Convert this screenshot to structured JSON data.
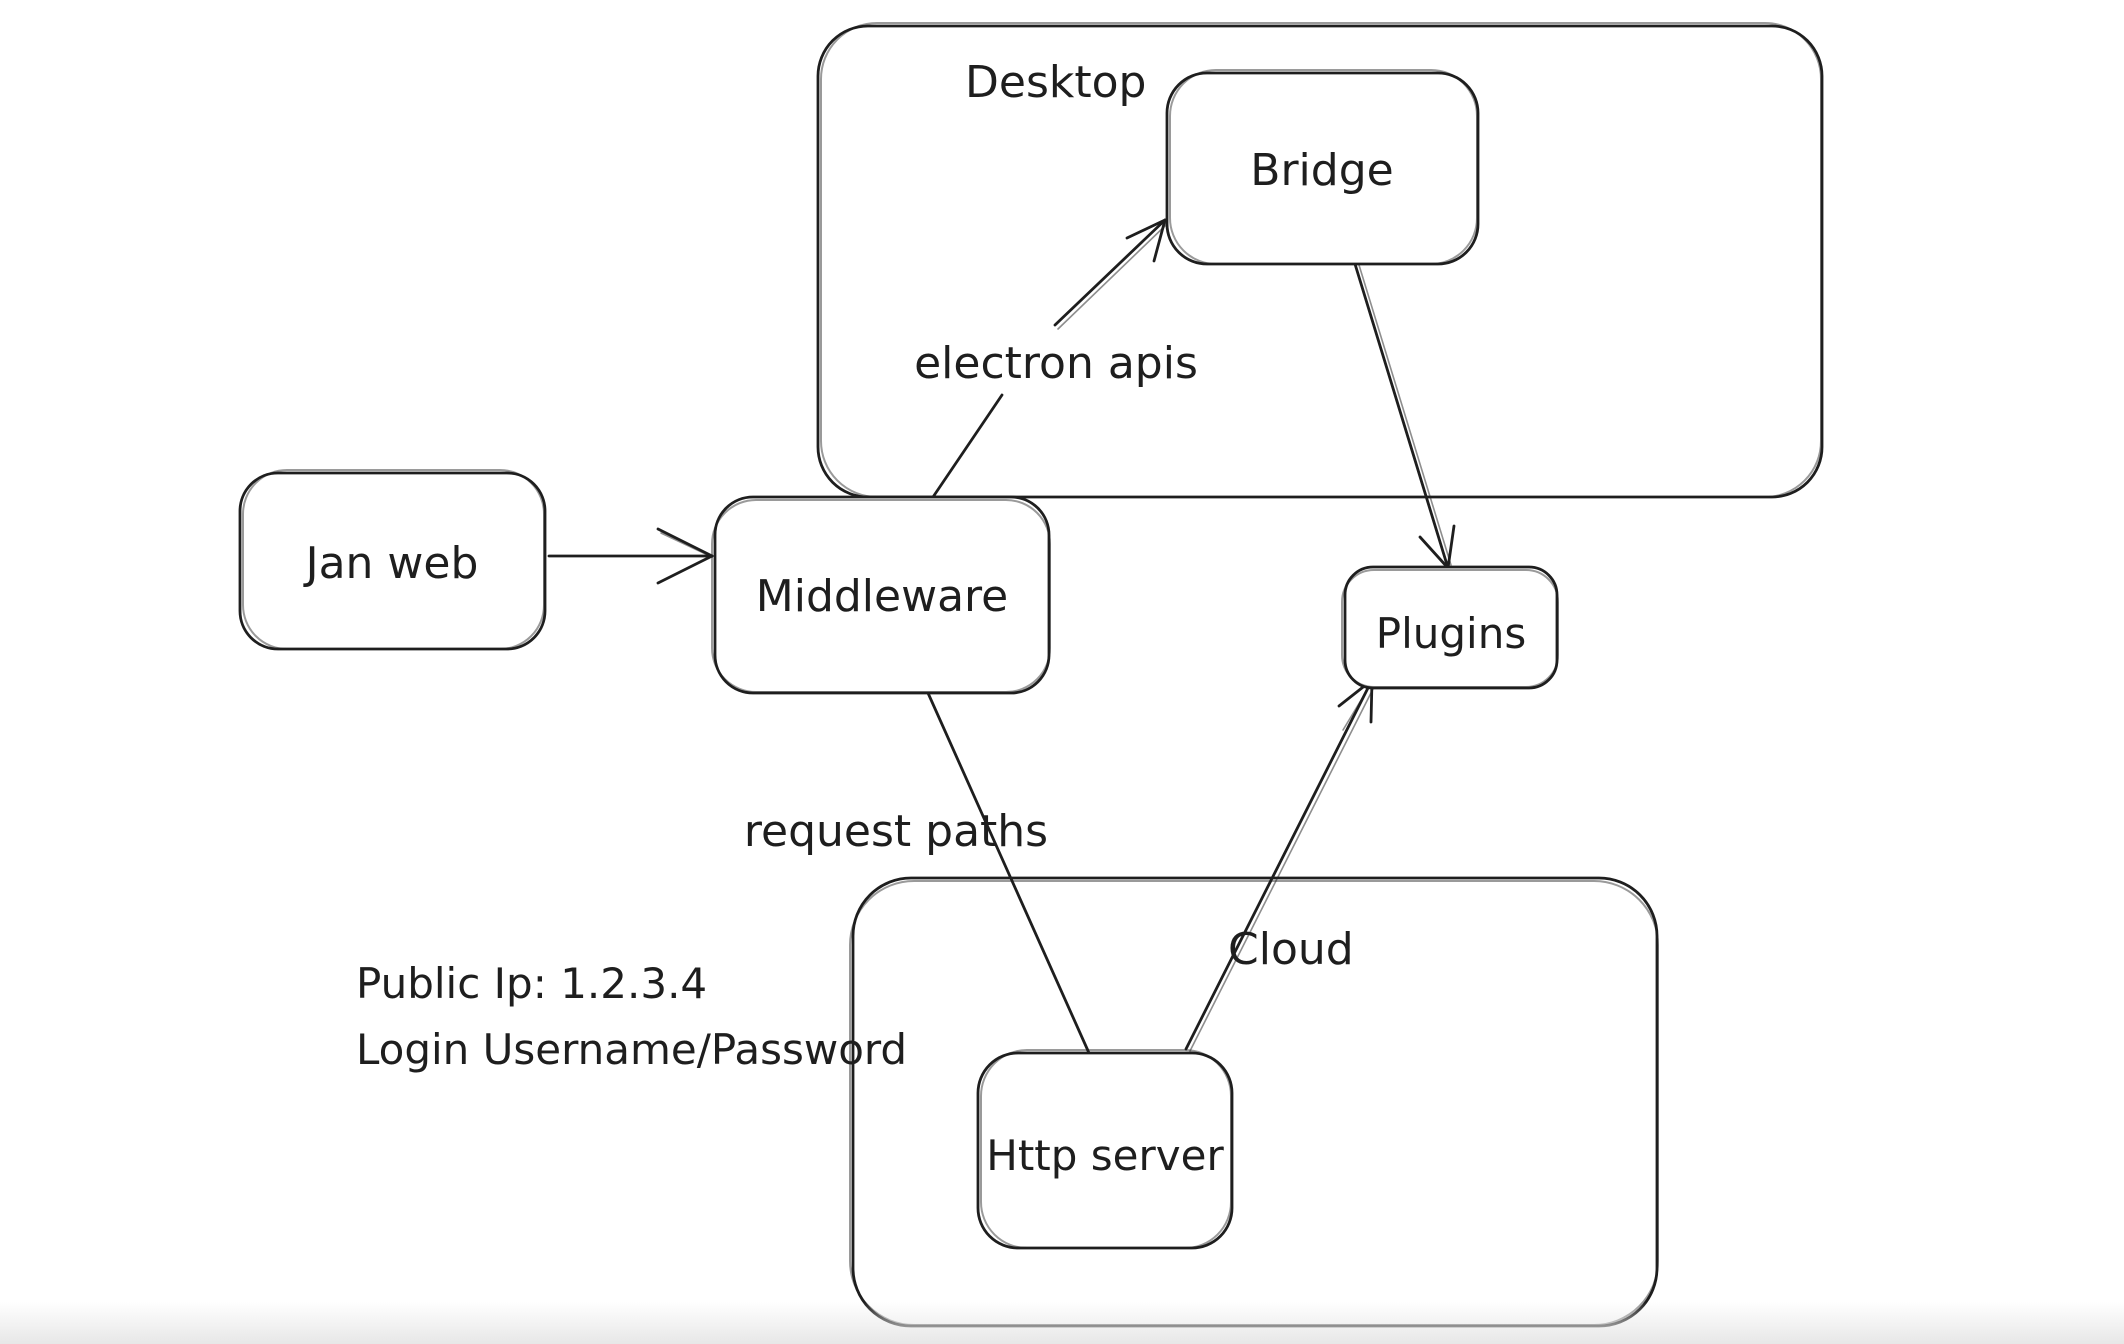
{
  "colors": {
    "stroke": "#1e1e1e",
    "background": "#ffffff"
  },
  "diagram": {
    "containers": {
      "desktop": {
        "label": "Desktop"
      },
      "cloud": {
        "label": "Cloud"
      }
    },
    "nodes": {
      "jan_web": {
        "label": "Jan web"
      },
      "middleware": {
        "label": "Middleware"
      },
      "bridge": {
        "label": "Bridge"
      },
      "plugins": {
        "label": "Plugins"
      },
      "http_server": {
        "label": "Http server"
      }
    },
    "edges": {
      "janweb_middleware": {
        "from": "Jan web",
        "to": "Middleware",
        "label": ""
      },
      "middleware_bridge": {
        "from": "Middleware",
        "to": "Bridge",
        "label": "electron apis"
      },
      "bridge_plugins": {
        "from": "Bridge",
        "to": "Plugins",
        "label": ""
      },
      "middleware_httpserver": {
        "from": "Middleware",
        "to": "Http server",
        "label": "request paths"
      },
      "httpserver_plugins": {
        "from": "Http server",
        "to": "Plugins",
        "label": ""
      }
    },
    "annotation": {
      "line1": "Public Ip: 1.2.3.4",
      "line2": "Login Username/Password"
    }
  }
}
